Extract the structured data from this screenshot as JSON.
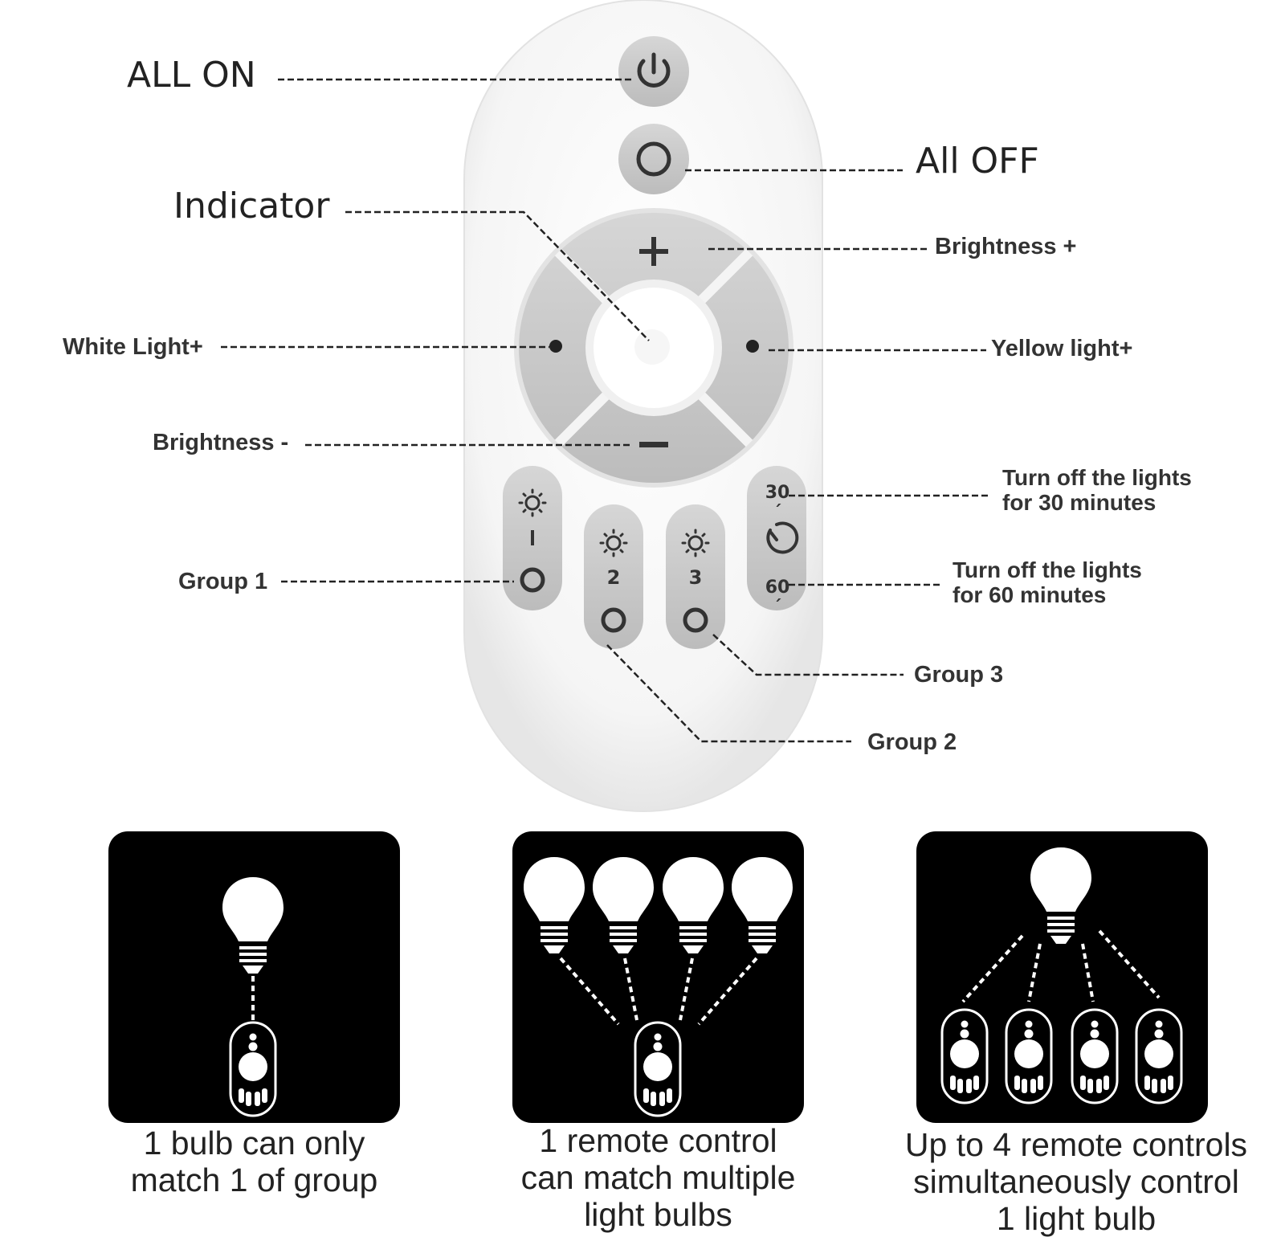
{
  "callouts": {
    "all_on": "ALL ON",
    "all_off": "All OFF",
    "indicator": "Indicator",
    "brightness_plus": "Brightness +",
    "white_light_plus": "White Light+",
    "yellow_light_plus": "Yellow light+",
    "brightness_minus": "Brightness -",
    "timer_30_line1": "Turn off the lights",
    "timer_30_line2": "for 30 minutes",
    "timer_60_line1": "Turn off the lights",
    "timer_60_line2": "for 60 minutes",
    "group_1": "Group 1",
    "group_2": "Group 2",
    "group_3": "Group 3"
  },
  "remote_buttons": {
    "plus_symbol": "+",
    "minus_symbol": "—",
    "group1_number": "I",
    "group2_number": "2",
    "group3_number": "3",
    "timer_30": "30´",
    "timer_60": "60´"
  },
  "panels": [
    {
      "caption_line1": "1 bulb can only",
      "caption_line2": "match 1 of group"
    },
    {
      "caption_line1": "1 remote control",
      "caption_line2": "can match multiple",
      "caption_line3": "light bulbs"
    },
    {
      "caption_line1": "Up to 4 remote controls",
      "caption_line2": "simultaneously control",
      "caption_line3": "1 light bulb"
    }
  ],
  "colors": {
    "button_grey": "#c9c9c9",
    "remote_body": "#f7f7f7",
    "panel_bg": "#000000",
    "icon_white": "#ffffff"
  }
}
